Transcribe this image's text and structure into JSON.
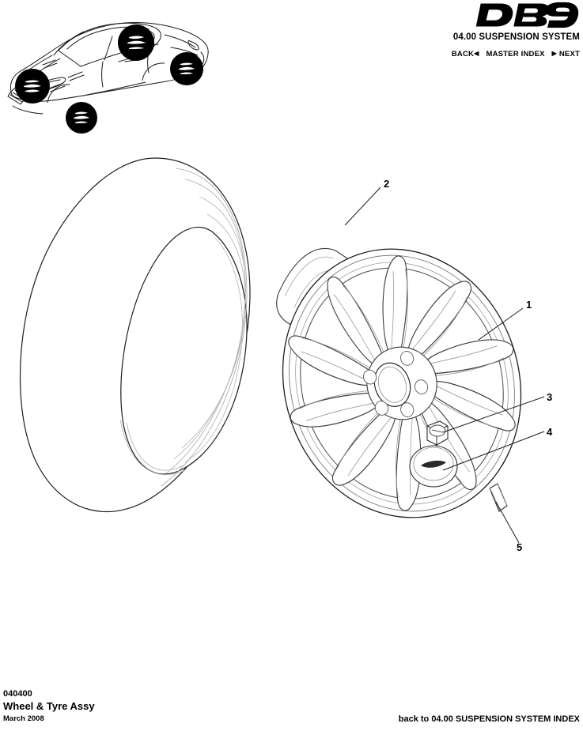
{
  "header": {
    "logo_text_db": "DB",
    "logo_text_number": "9",
    "logo_alt": "DB9",
    "system_title": "04.00 SUSPENSION SYSTEM",
    "nav": {
      "back_label": "BACK",
      "back_arrow": "◀",
      "master_index_label": "MASTER INDEX",
      "next_arrow": "▶",
      "next_label": "NEXT"
    }
  },
  "car_thumbnail": {
    "name": "Aston Martin DB9 coupe outline",
    "marker_count": 4,
    "markers": [
      {
        "id": "front-left-wheel-marker",
        "label": ""
      },
      {
        "id": "front-right-wheel-marker",
        "label": ""
      },
      {
        "id": "rear-left-wheel-marker",
        "label": ""
      },
      {
        "id": "rear-right-wheel-marker",
        "label": ""
      }
    ]
  },
  "diagram": {
    "title": "Wheel & Tyre Assy exploded view",
    "callouts": [
      {
        "number": "1",
        "item": "road wheel"
      },
      {
        "number": "2",
        "item": "tyre"
      },
      {
        "number": "3",
        "item": "wheel nut"
      },
      {
        "number": "4",
        "item": "centre badge"
      },
      {
        "number": "5",
        "item": "balance weight"
      }
    ]
  },
  "footer": {
    "part_number": "040400",
    "part_title": "Wheel & Tyre Assy",
    "date": "March 2008",
    "index_link": "back to 04.00 SUSPENSION SYSTEM INDEX"
  }
}
